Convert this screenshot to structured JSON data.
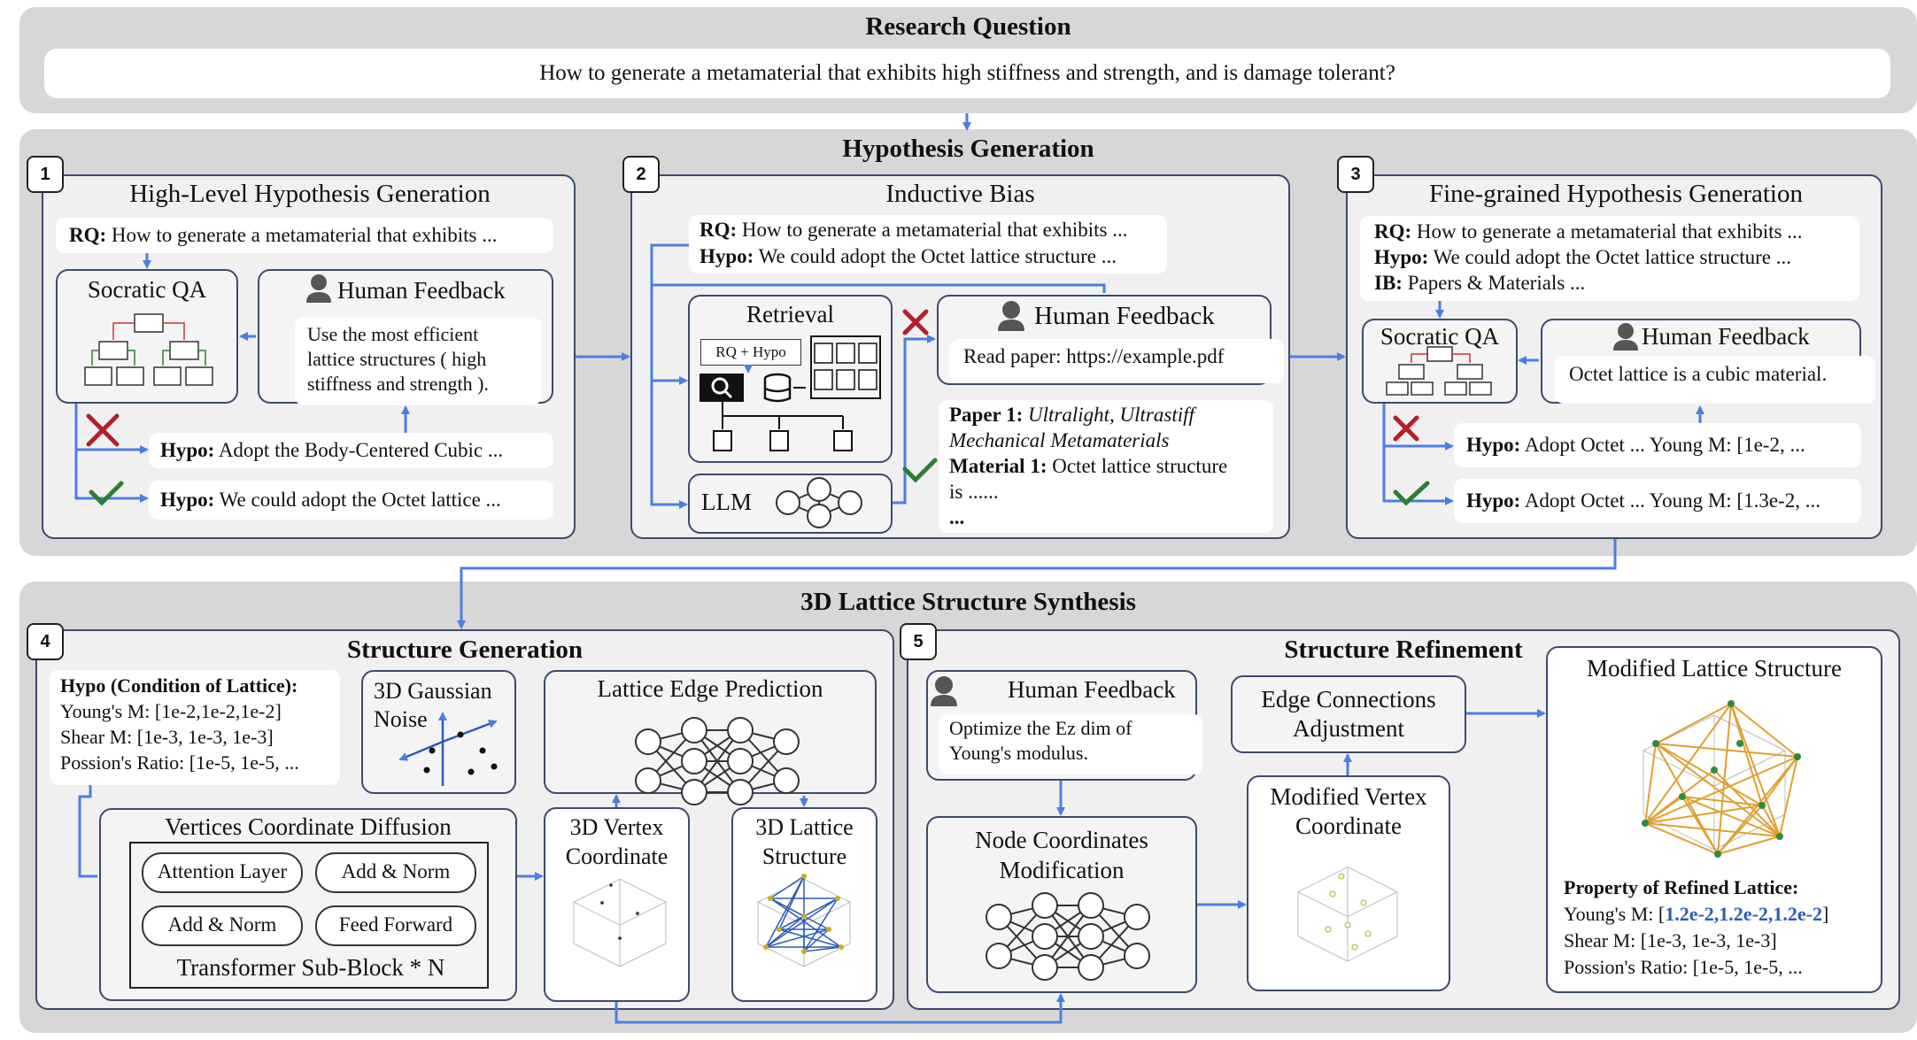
{
  "research_question": {
    "title": "Research Question",
    "text": "How to generate a metamaterial that exhibits high stiffness and strength, and is damage tolerant?"
  },
  "hypothesis_generation": {
    "title": "Hypothesis Generation",
    "step1": {
      "num": "1",
      "title": "High-Level Hypothesis Generation",
      "rq_label": "RQ:",
      "rq_text": " How to generate a metamaterial that exhibits ...",
      "socratic": "Socratic QA",
      "human_feedback": "Human Feedback",
      "feedback_lines": [
        "Use the most efficient",
        "lattice structures ( high",
        "stiffness and strength )."
      ],
      "hypo_label": "Hypo:",
      "hypo_rejected": " Adopt the Body-Centered Cubic ...",
      "hypo_accepted": " We could adopt the Octet lattice ..."
    },
    "step2": {
      "num": "2",
      "title": "Inductive Bias",
      "rq_label": "RQ:",
      "rq_text": " How to generate a metamaterial that exhibits ...",
      "hypo_label": "Hypo:",
      "hypo_text": " We could adopt the Octet lattice structure ...",
      "retrieval": "Retrieval",
      "query": "RQ + Hypo",
      "llm": "LLM",
      "human_feedback": "Human Feedback",
      "feedback_text": "Read paper: https://example.pdf",
      "paper_label": "Paper 1:",
      "paper_title_1": " Ultralight, Ultrastiff",
      "paper_title_2": "Mechanical Metamaterials",
      "material_label": "Material 1:",
      "material_text": " Octet lattice structure",
      "material_cont": "is ......",
      "ellipsis": "..."
    },
    "step3": {
      "num": "3",
      "title": "Fine-grained Hypothesis Generation",
      "rq_label": "RQ:",
      "rq_text": " How to generate a metamaterial that exhibits ...",
      "hypo_label": "Hypo:",
      "hypo_text": " We could adopt the Octet lattice structure ...",
      "ib_label": "IB:",
      "ib_text": " Papers & Materials ...",
      "socratic": "Socratic QA",
      "human_feedback": "Human Feedback",
      "feedback_text": "Octet lattice is a cubic material.",
      "hypo_rejected": " Adopt Octet ... Young M: [1e-2, ...",
      "hypo_accepted": " Adopt Octet ... Young M: [1.3e-2, ..."
    }
  },
  "synthesis": {
    "title": "3D Lattice Structure Synthesis",
    "step4": {
      "num": "4",
      "title": "Structure Generation",
      "cond_title": "Hypo (Condition of Lattice):",
      "cond_lines": [
        "Young's M: [1e-2,1e-2,1e-2]",
        "Shear M: [1e-3, 1e-3, 1e-3]",
        "Possion's Ratio: [1e-5, 1e-5, ..."
      ],
      "noise_1": "3D Gaussian",
      "noise_2": "Noise",
      "edge_pred": "Lattice Edge Prediction",
      "diffusion": "Vertices Coordinate Diffusion",
      "attention": "Attention Layer",
      "add_norm_1": "Add & Norm",
      "add_norm_2": "Add & Norm",
      "feed_forward": "Feed Forward",
      "transformer": "Transformer Sub-Block * N",
      "vertex_1": "3D Vertex",
      "vertex_2": "Coordinate",
      "lattice_1": "3D Lattice",
      "lattice_2": "Structure"
    },
    "step5": {
      "num": "5",
      "title": "Structure Refinement",
      "human_feedback": "Human Feedback",
      "feedback_lines": [
        "Optimize the Ez dim of",
        "Young's modulus."
      ],
      "node_1": "Node  Coordinates",
      "node_2": "Modification",
      "edge_adj_1": "Edge Connections",
      "edge_adj_2": "Adjustment",
      "mod_vertex_1": "Modified Vertex",
      "mod_vertex_2": "Coordinate",
      "mod_lattice": "Modified Lattice Structure",
      "prop_title": "Property of Refined Lattice:",
      "young_label": "Young's M: [",
      "young_value": "1.2e-2,1.2e-2,1.2e-2",
      "young_end": "]",
      "shear": "Shear M: [1e-3, 1e-3, 1e-3]",
      "poisson": "Possion's Ratio: [1e-5, 1e-5, ..."
    }
  },
  "colors": {
    "arrow": "#4a7fe0",
    "reject": "#b3202a",
    "accept": "#2f7d32",
    "lattice_blue": "#2a5cb8",
    "lattice_orange": "#e0a030"
  }
}
